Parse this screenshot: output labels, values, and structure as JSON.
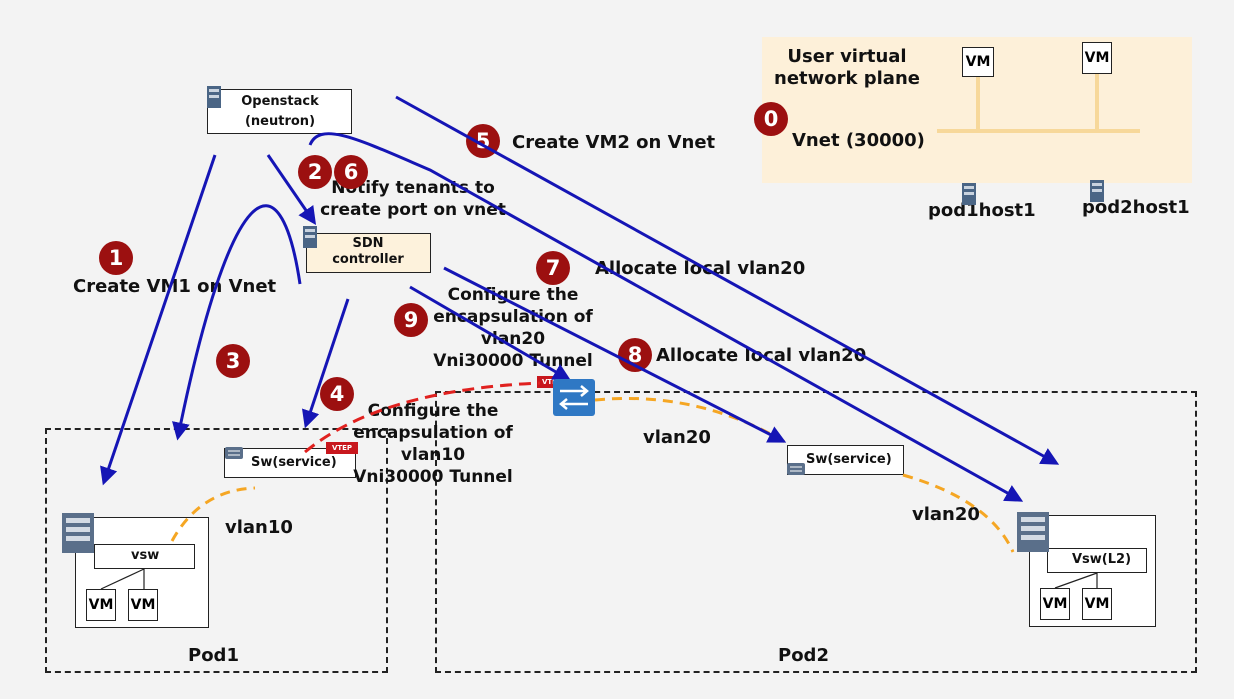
{
  "user_plane": {
    "title_line1": "User virtual",
    "title_line2": "network plane",
    "vnet_label": "Vnet  (30000)",
    "vm1": "VM",
    "vm2": "VM",
    "host1": "pod1host1",
    "host2": "pod2host1"
  },
  "openstack": {
    "line1": "Openstack",
    "line2": "(neutron)"
  },
  "sdn": {
    "line1": "SDN",
    "line2": "controller"
  },
  "steps": {
    "s0": "0",
    "s1": "1",
    "s2": "2",
    "s3": "3",
    "s4": "4",
    "s5": "5",
    "s6": "6",
    "s7": "7",
    "s8": "8",
    "s9": "9"
  },
  "labels": {
    "create_vm1": "Create VM1 on Vnet",
    "create_vm2": "Create VM2 on Vnet",
    "notify_line1": "Notify tenants to",
    "notify_line2": "create port on vnet",
    "alloc7": "Allocate local vlan20",
    "alloc8": "Allocate local vlan20",
    "cfg9_line1": "Configure the",
    "cfg9_line2": "encapsulation of",
    "cfg9_line3": "vlan20",
    "cfg9_line4": "Vni30000 Tunnel",
    "cfg4_line1": "Configure the",
    "cfg4_line2": "encapsulation of",
    "cfg4_line3": "vlan10",
    "cfg4_line4": "Vni30000 Tunnel",
    "vlan10": "vlan10",
    "vlan20_a": "vlan20",
    "vlan20_b": "vlan20"
  },
  "pod1": {
    "label": "Pod1",
    "switch": "Sw(service)",
    "vtep": "VTEP",
    "vsw": "vsw",
    "vm1": "VM",
    "vm2": "VM"
  },
  "pod2": {
    "label": "Pod2",
    "switch": "Sw(service)",
    "vsw": "Vsw(L2)",
    "vm1": "VM",
    "vm2": "VM"
  },
  "core": {
    "vtep": "VTEP"
  },
  "colors": {
    "arrow": "#1515b5",
    "badge": "#9c1010",
    "vlan_dash": "#f5a623",
    "tunnel_dash": "#e0211f",
    "plane_bg": "#fdf0d9",
    "router": "#2f78c4"
  }
}
